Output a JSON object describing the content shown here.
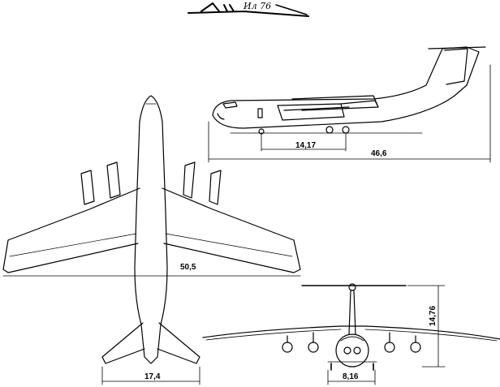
{
  "logo": {
    "text": "Ил 76"
  },
  "dimensions": {
    "wheelbase": "14,17",
    "length": "46,6",
    "wingspan": "50,5",
    "tail_span": "17,4",
    "track": "8,16",
    "height": "14,76"
  },
  "colors": {
    "ink": "#000000",
    "paper": "#ffffff"
  }
}
